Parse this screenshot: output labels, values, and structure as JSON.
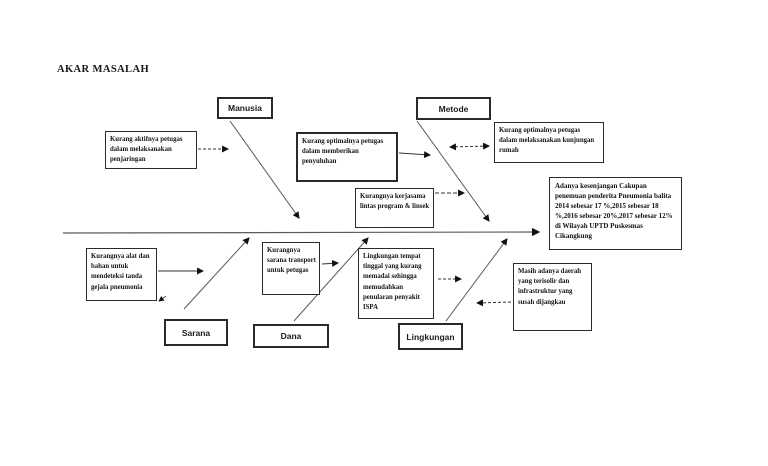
{
  "title": "AKAR MASALAH",
  "colors": {
    "background": "#ffffff",
    "box_border": "#2a2a2a",
    "line": "#5a5a5a",
    "arrowhead": "#111111",
    "text": "#151515"
  },
  "category_boxes": {
    "manusia": "Manusia",
    "metode": "Metode",
    "sarana": "Sarana",
    "dana": "Dana",
    "lingkungan": "Lingkungan"
  },
  "cause_boxes": {
    "penjaringan": "Kurang aktifnya petugas dalam melaksanakan penjaringan",
    "penyuluhan": "Kurang optimalnya petugas dalam memberikan penyuluhan",
    "kunjungan_rumah": "Kurang optimalnya petugas dalam melaksanakan kunjungan rumah",
    "kerjasama": "Kurangnya kerjasama lintas program & linsek",
    "alat_bahan": "Kurangnya alat dan bahan untuk mendeteksi tanda gejala pneumonia",
    "transport": "Kurangnya sarana transport untuk petugas",
    "lingkungan_tempat_tinggal": "Lingkungan tempat tinggal yang kurang memadai sehingga memudahkan penularan penyakit ISPA",
    "daerah_terisolir": "Masih adanya daerah yang terisolir dan infrastruktur yang susah dijangkau"
  },
  "effect_box": "Adanya kesenjangan Cakupan penemuan penderita Pneumonia balita 2014 sebesar 17 %,2015 sebesar 18 %,2016 sebesar 20%,2017 sebesar 12%  di Wilayah UPTD Puskesmas Cikangkung"
}
